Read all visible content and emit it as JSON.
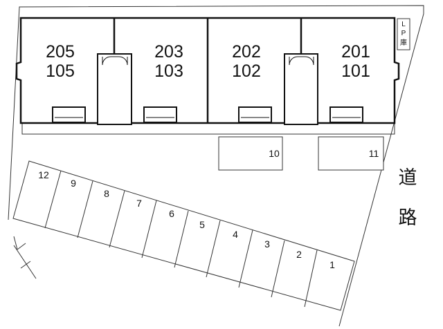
{
  "buildings": [
    {
      "upper": "205",
      "lower": "105"
    },
    {
      "upper": "203",
      "lower": "103"
    },
    {
      "upper": "202",
      "lower": "102"
    },
    {
      "upper": "201",
      "lower": "101"
    }
  ],
  "storage_label": [
    "L",
    "P",
    "庫"
  ],
  "road_label": [
    "道",
    "路"
  ],
  "side_parking": [
    "10",
    "11"
  ],
  "parking_row": [
    "12",
    "9",
    "8",
    "7",
    "6",
    "5",
    "4",
    "3",
    "2",
    "1"
  ]
}
